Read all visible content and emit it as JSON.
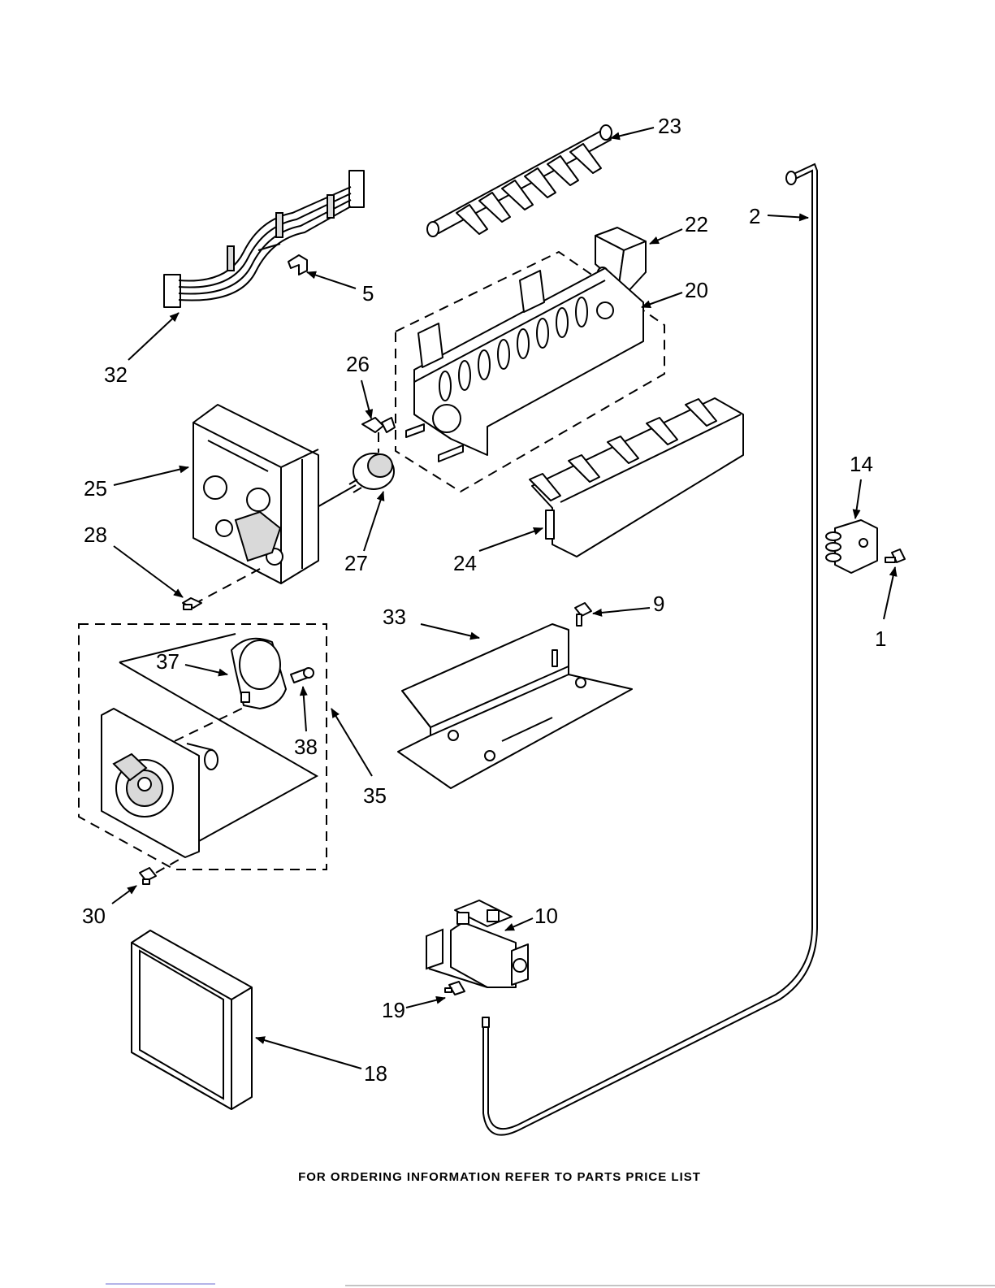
{
  "callouts": [
    {
      "key": "p23",
      "text": "23"
    },
    {
      "key": "p2",
      "text": "2"
    },
    {
      "key": "p22",
      "text": "22"
    },
    {
      "key": "p5",
      "text": "5"
    },
    {
      "key": "p20",
      "text": "20"
    },
    {
      "key": "p32",
      "text": "32"
    },
    {
      "key": "p26",
      "text": "26"
    },
    {
      "key": "p14",
      "text": "14"
    },
    {
      "key": "p25",
      "text": "25"
    },
    {
      "key": "p28",
      "text": "28"
    },
    {
      "key": "p27",
      "text": "27"
    },
    {
      "key": "p24",
      "text": "24"
    },
    {
      "key": "p9",
      "text": "9"
    },
    {
      "key": "p33",
      "text": "33"
    },
    {
      "key": "p1",
      "text": "1"
    },
    {
      "key": "p37",
      "text": "37"
    },
    {
      "key": "p38",
      "text": "38"
    },
    {
      "key": "p35",
      "text": "35"
    },
    {
      "key": "p30",
      "text": "30"
    },
    {
      "key": "p10",
      "text": "10"
    },
    {
      "key": "p19",
      "text": "19"
    },
    {
      "key": "p18",
      "text": "18"
    }
  ],
  "footer": "FOR ORDERING INFORMATION REFER TO PARTS PRICE LIST"
}
